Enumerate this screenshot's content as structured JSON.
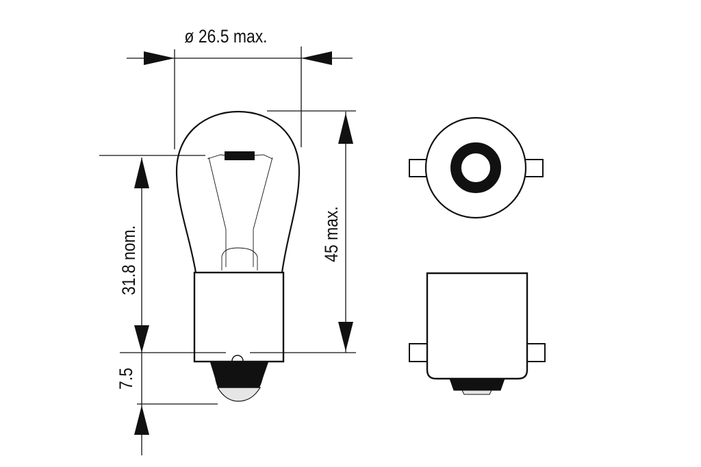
{
  "diagram": {
    "title": "Bulb dimension drawing (BA15s-type base)",
    "dimensions": {
      "diameter": "ø 26.5 max.",
      "light_center_length": "31.8 nom.",
      "overall_length": "45 max.",
      "base_pin_offset": "7.5"
    },
    "views": [
      "side-profile",
      "top-view",
      "base-side-view"
    ],
    "colors": {
      "line": "#111111",
      "background": "#ffffff",
      "contact_tip": "#e6e6e6"
    }
  }
}
